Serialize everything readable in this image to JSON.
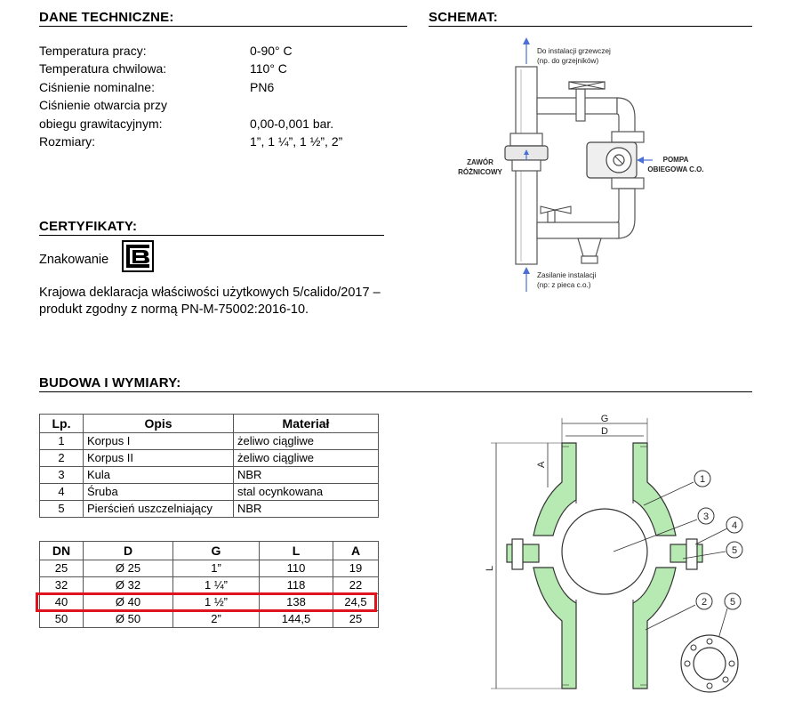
{
  "sections": {
    "tech": "DANE TECHNICZNE:",
    "schema": "SCHEMAT:",
    "cert": "CERTYFIKATY:",
    "build": "BUDOWA I WYMIARY:"
  },
  "specs": [
    {
      "label": "Temperatura pracy:",
      "value": "0-90° C"
    },
    {
      "label": "Temperatura chwilowa:",
      "value": "110° C"
    },
    {
      "label": "Ciśnienie nominalne:",
      "value": "PN6"
    },
    {
      "label": "Ciśnienie otwarcia przy",
      "value": ""
    },
    {
      "label": "obiegu grawitacyjnym:",
      "value": "0,00-0,001 bar."
    },
    {
      "label": "Rozmiary:",
      "value": "1”, 1 ¼”, 1 ½”, 2”"
    }
  ],
  "cert": {
    "marking": "Znakowanie",
    "logo_icon": "b-certification-mark-icon",
    "declaration_line1": "Krajowa deklaracja właściwości użytkowych 5/calido/2017 –",
    "declaration_line2": "produkt zgodny z normą PN-M-75002:2016-10."
  },
  "schema": {
    "top_line1": "Do instalacji grzewczej",
    "top_line2": "(np. do grzejników)",
    "valve_line1": "ZAWÓR",
    "valve_line2": "RÓŻNICOWY",
    "pump_line1": "POMPA",
    "pump_line2": "OBIEGOWA C.O.",
    "bottom_line1": "Zasilanie instalacji",
    "bottom_line2": "(np: z pieca c.o.)"
  },
  "parts_table": {
    "headers": [
      "Lp.",
      "Opis",
      "Materiał"
    ],
    "rows": [
      [
        "1",
        "Korpus I",
        "żeliwo ciągliwe"
      ],
      [
        "2",
        "Korpus II",
        "żeliwo ciągliwe"
      ],
      [
        "3",
        "Kula",
        "NBR"
      ],
      [
        "4",
        "Śruba",
        "stal ocynkowana"
      ],
      [
        "5",
        "Pierścień uszczelniający",
        "NBR"
      ]
    ]
  },
  "dims_table": {
    "headers": [
      "DN",
      "D",
      "G",
      "L",
      "A"
    ],
    "rows": [
      [
        "25",
        "Ø 25",
        "1”",
        "110",
        "19"
      ],
      [
        "32",
        "Ø 32",
        "1 ¼”",
        "118",
        "22"
      ],
      [
        "40",
        "Ø 40",
        "1 ½”",
        "138",
        "24,5"
      ],
      [
        "50",
        "Ø 50",
        "2”",
        "144,5",
        "25"
      ]
    ],
    "highlight_color": "#e0141e"
  },
  "drawing": {
    "label_g": "G",
    "label_d": "D",
    "label_a": "A",
    "label_l": "L",
    "callouts": [
      "1",
      "2",
      "3",
      "4",
      "5"
    ],
    "detail_callout": "5",
    "body_color": "#b7eab2"
  }
}
